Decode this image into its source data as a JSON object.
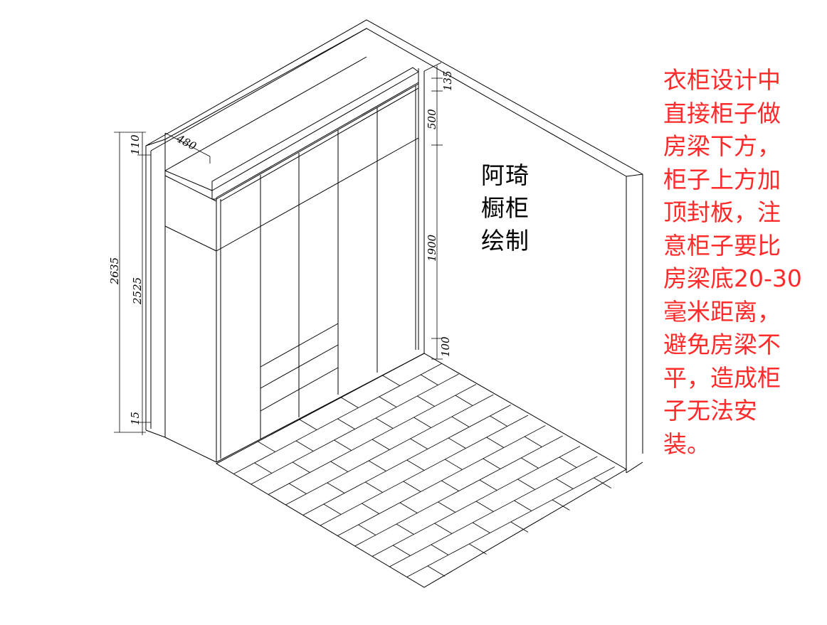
{
  "caption": [
    "阿琦",
    "橱柜",
    "绘制"
  ],
  "note_lines": [
    "衣柜设计中",
    "直接柜子做",
    "房梁下方，",
    "柜子上方加",
    "顶封板，注",
    "意柜子要比",
    "房梁底20-30",
    "毫米距离，",
    "避免房梁不",
    "平，造成柜",
    "子无法安",
    "装。"
  ],
  "colors": {
    "note": "#ff2a2a",
    "lines": "#000000",
    "background": "#ffffff"
  },
  "dimensions": {
    "depth": "480",
    "top_gap_left": "110",
    "total_height": "2635",
    "cabinet_height": "2525",
    "bottom_gap": "15",
    "beam_gap_right": "135",
    "top_section": "500",
    "main_section": "1900",
    "plinth": "100"
  }
}
